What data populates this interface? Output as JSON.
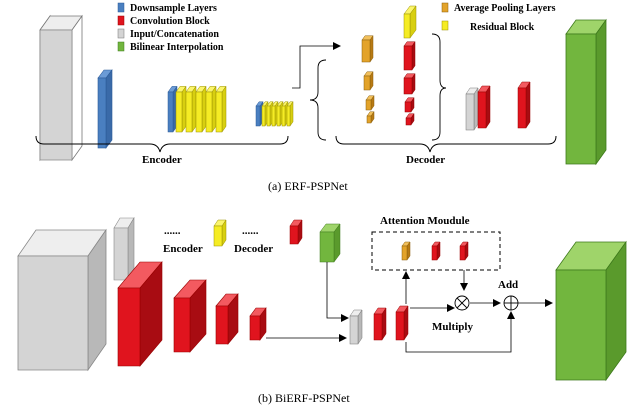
{
  "legend_left": {
    "downsample": "Downsample Layers",
    "convolution": "Convolution Block",
    "input": "Input/Concatenation",
    "bilinear": "Bilinear Interpolation"
  },
  "legend_right": {
    "pooling": "Average Pooling Layers",
    "residual": "Residual Block"
  },
  "top": {
    "encoder_label": "Encoder",
    "decoder_label": "Decoder",
    "caption": "(a)  ERF-PSPNet"
  },
  "bottom": {
    "encoder_text": "Encoder",
    "decoder_text": "Decoder",
    "dots": "......",
    "attention_title": "Attention Moudule",
    "add_label": "Add",
    "multiply_label": "Multiply",
    "multiply_symbol": "⊗",
    "add_symbol": "⊕",
    "caption": "(b)  BiERF-PSPNet"
  },
  "colors": {
    "gray": "#d4d4d4",
    "blue": "#4a7fc0",
    "yellow": "#f5ec24",
    "orange": "#e3a32a",
    "red": "#e0141e",
    "green": "#72b63e"
  }
}
